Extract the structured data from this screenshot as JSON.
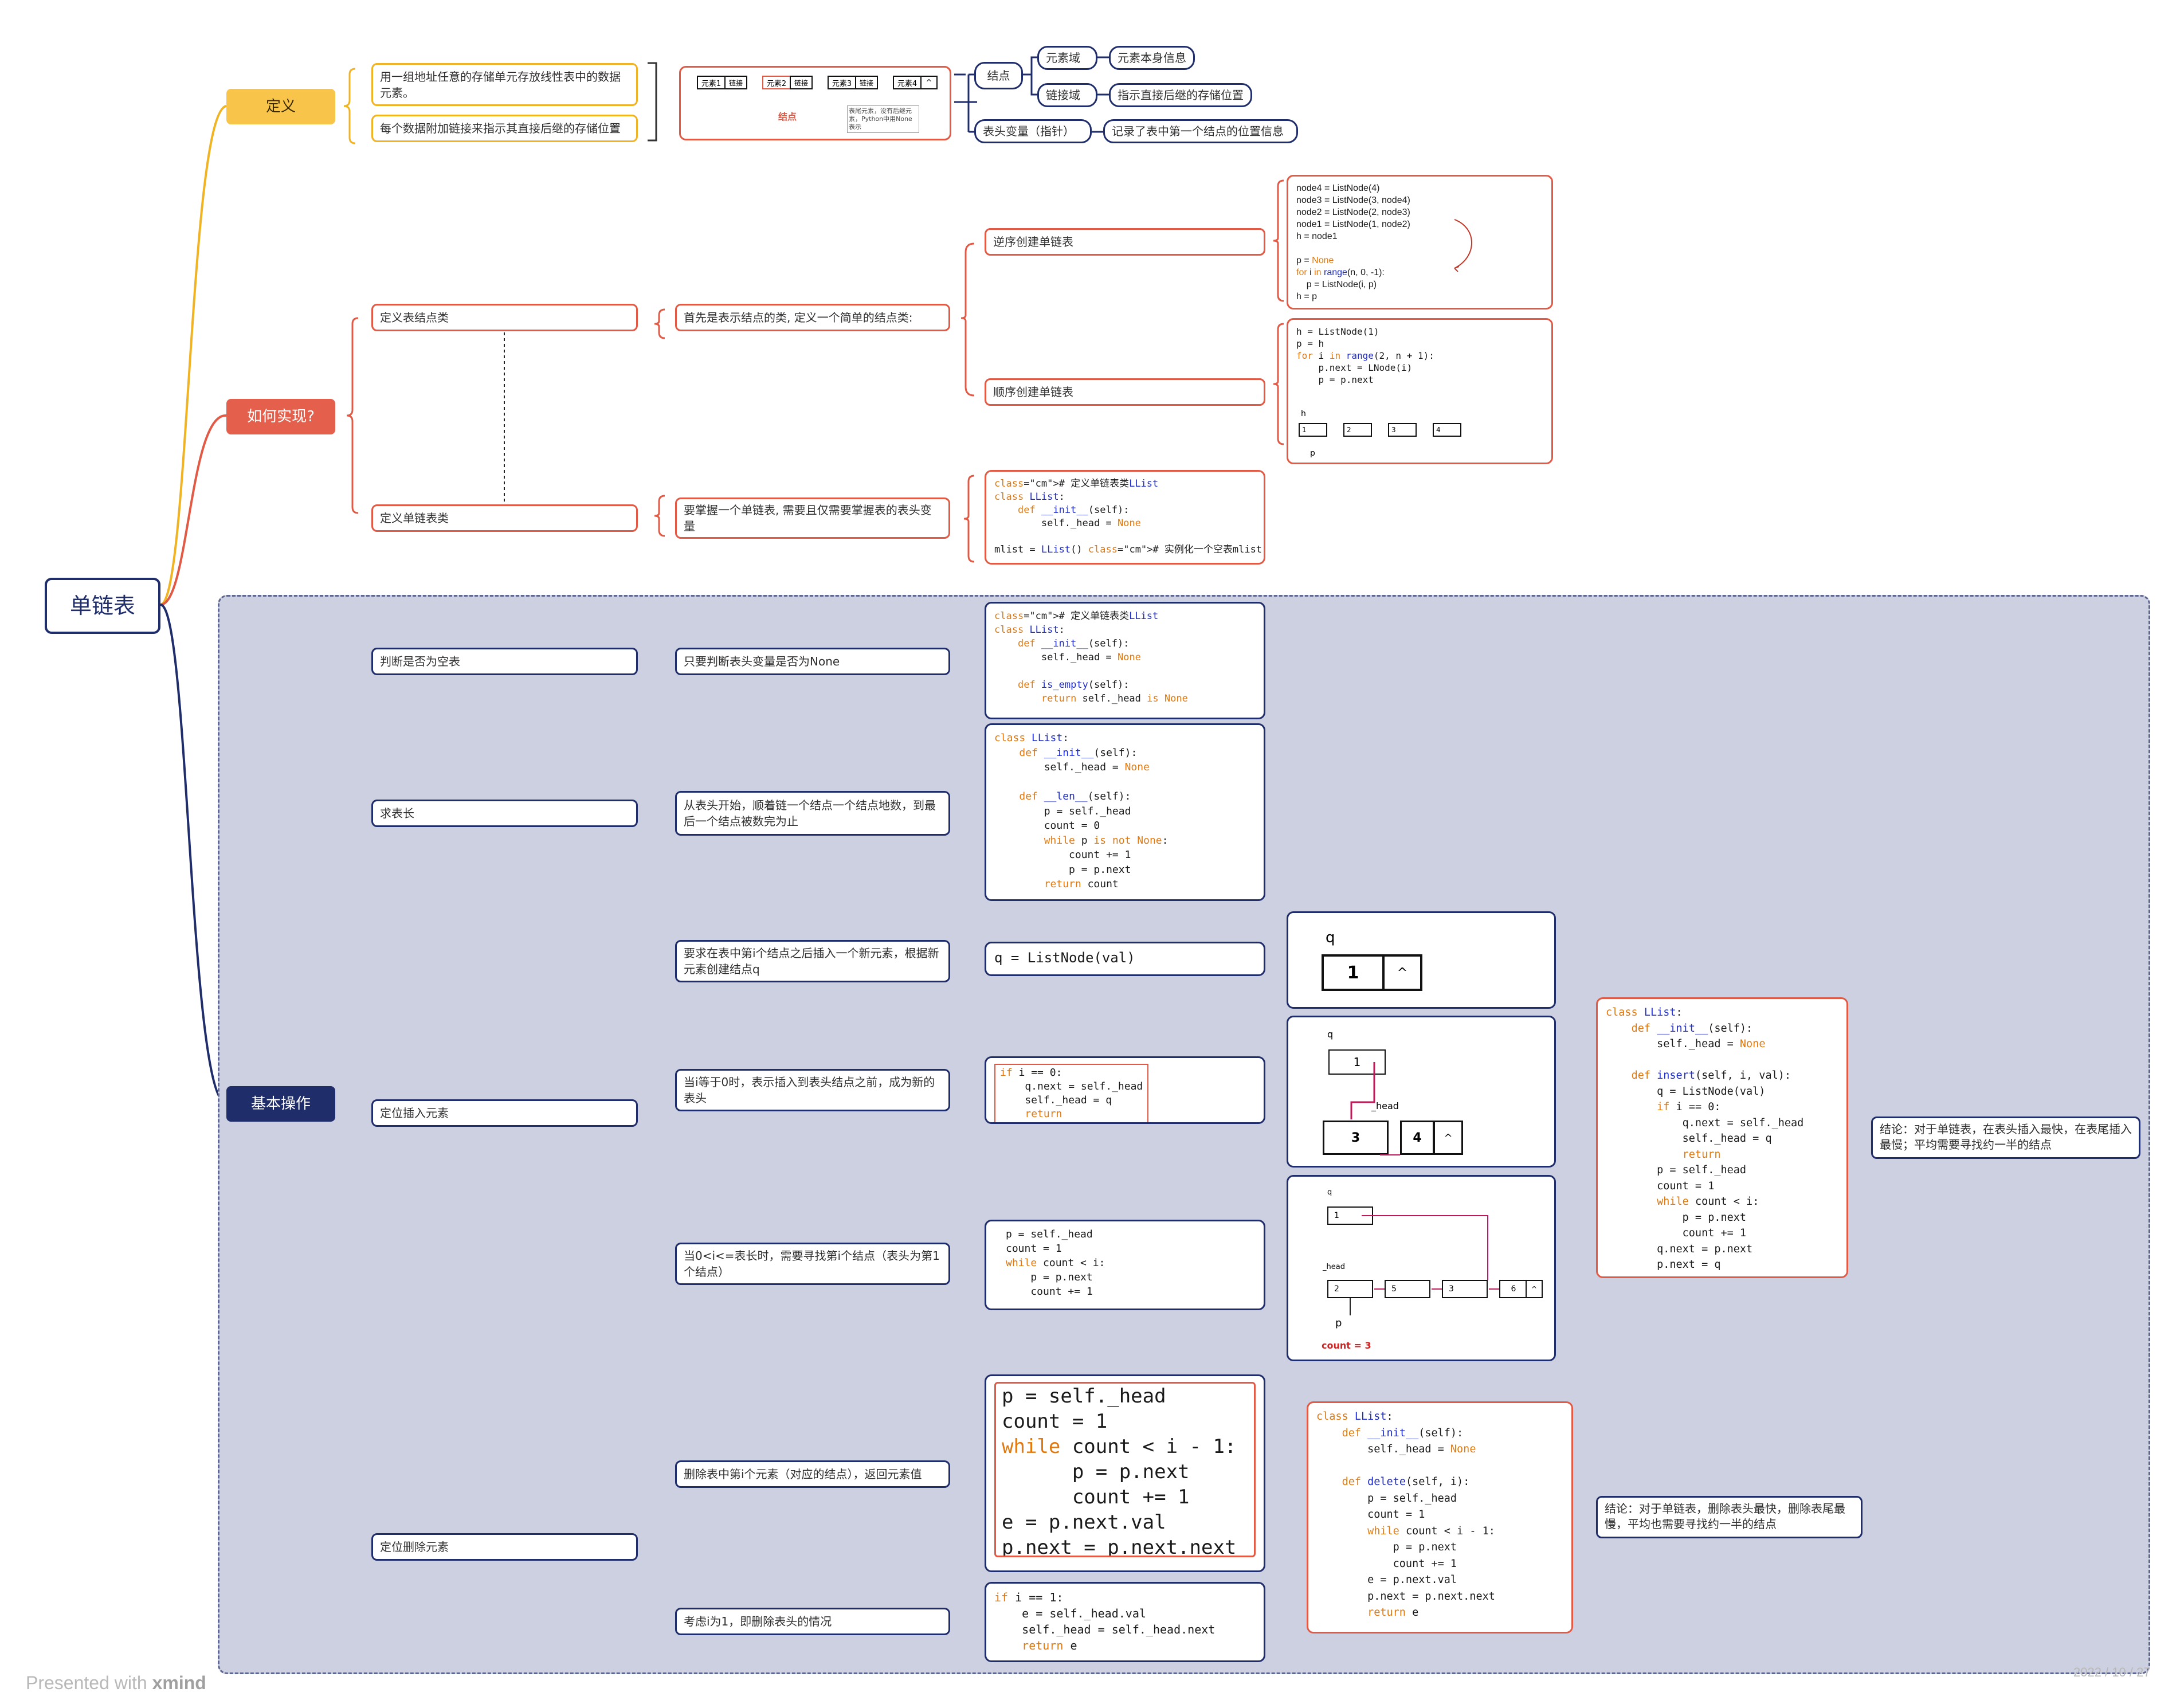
{
  "root": "单链表",
  "footer": {
    "left_presented": "Presented with ",
    "left_brand": "xmind",
    "right_date": "2022 / 10 / 27"
  },
  "definition": {
    "title": "定义",
    "items": [
      "用一组地址任意的存储单元存放线性表中的数据元素。",
      "每个数据附加链接来指示其直接后继的存储位置"
    ],
    "image_cells": [
      "元素1",
      "链接",
      "元素2",
      "链接",
      "元素3",
      "链接",
      "元素4",
      "^"
    ],
    "image_caption": "结点",
    "image_note": "表尾元素，没有后继元素，Python中用None表示",
    "node_label": "结点",
    "element_field": "元素域",
    "element_desc": "元素本身信息",
    "link_field": "链接域",
    "link_desc": "指示直接后继的存储位置",
    "head_var": "表头变量（指针）",
    "head_desc": "记录了表中第一个结点的位置信息"
  },
  "how": {
    "title": "如何实现?",
    "define_node": "定义表结点类",
    "define_node_desc": "首先是表示结点的类, 定义一个简单的结点类:",
    "reverse": "逆序创建单链表",
    "reverse_code": "node4 = ListNode(4)\nnode3 = ListNode(3, node4)\nnode2 = ListNode(2, node3)\nnode1 = ListNode(1, node2)\nh = node1\n\np = None\nfor i in range(n, 0, -1):\n    p = ListNode(i, p)\nh = p",
    "forward": "顺序创建单链表",
    "forward_code": "h = ListNode(1)\np = h\nfor i in range(2, n + 1):\n    p.next = LNode(i)\n    p = p.next",
    "forward_fig": {
      "h": "h",
      "p": "p",
      "cells": [
        "1",
        "2",
        "3",
        "4"
      ]
    },
    "define_list": "定义单链表类",
    "define_list_desc": "要掌握一个单链表, 需要且仅需要掌握表的表头变量",
    "define_list_code": "# 定义单链表类LList\nclass LList:\n    def __init__(self):\n        self._head = None\n\nmlist = LList() # 实例化一个空表mlist"
  },
  "ops": {
    "title": "基本操作",
    "is_empty": "判断是否为空表",
    "is_empty_desc": "只要判断表头变量是否为None",
    "is_empty_code": "# 定义单链表类LList\nclass LList:\n    def __init__(self):\n        self._head = None\n\n    def is_empty(self):\n        return self._head is None",
    "length": "求表长",
    "length_desc": "从表头开始，顺着链一个结点一个结点地数，到最后一个结点被数完为止",
    "length_code": "class LList:\n    def __init__(self):\n        self._head = None\n\n    def __len__(self):\n        p = self._head\n        count = 0\n        while p is not None:\n            count += 1\n            p = p.next\n        return count",
    "insert": "定位插入元素",
    "insert_step1": "要求在表中第i个结点之后插入一个新元素，根据新元素创建结点q",
    "insert_step1_code": "q = ListNode(val)",
    "insert_fig1": {
      "q": "q",
      "val": "1",
      "tail": "^"
    },
    "insert_step2": "当i等于0时，表示插入到表头结点之前，成为新的表头",
    "insert_step2_code": "if i == 0:\n    q.next = self._head\n    self._head = q\n    return",
    "insert_fig2": {
      "q": "q",
      "head": "_head",
      "n1": "1",
      "n3": "3",
      "n4": "4",
      "tail": "^"
    },
    "insert_step3": "当0<i<=表长时，需要寻找第i个结点（表头为第1个结点）",
    "insert_step3_code": "p = self._head\ncount = 1\nwhile count < i:\n    p = p.next\n    count += 1",
    "insert_fig3": {
      "q": "q",
      "head": "_head",
      "p": "p",
      "count": "count = 3",
      "cells": [
        "1",
        "2",
        "5",
        "3",
        "6"
      ],
      "tail": "^"
    },
    "insert_code": "class LList:\n    def __init__(self):\n        self._head = None\n\n    def insert(self, i, val):\n        q = ListNode(val)\n        if i == 0:\n            q.next = self._head\n            self._head = q\n            return\n        p = self._head\n        count = 1\n        while count < i:\n            p = p.next\n            count += 1\n        q.next = p.next\n        p.next = q",
    "insert_conclusion": "结论：对于单链表，在表头插入最快，在表尾插入最慢；平均需要寻找约一半的结点",
    "delete": "定位删除元素",
    "delete_step1": "删除表中第i个元素（对应的结点），返回元素值",
    "delete_step1_code": "p = self._head\ncount = 1\nwhile count < i - 1:\n      p = p.next\n      count += 1\ne = p.next.val\np.next = p.next.next\nreturn e",
    "delete_step2": "考虑i为1，即删除表头的情况",
    "delete_step2_code": "if i == 1:\n    e = self._head.val\n    self._head = self._head.next\n    return e",
    "delete_code": "class LList:\n    def __init__(self):\n        self._head = None\n\n    def delete(self, i):\n        p = self._head\n        count = 1\n        while count < i - 1:\n            p = p.next\n            count += 1\n        e = p.next.val\n        p.next = p.next.next\n        return e",
    "delete_conclusion": "结论：对于单链表，删除表头最快，删除表尾最慢，平均也需要寻找约一半的结点"
  },
  "colors": {
    "gold": "#f0b323",
    "red": "#e05a45",
    "navy": "#1f2d6b",
    "ops_bg": "#cdd0e0"
  }
}
